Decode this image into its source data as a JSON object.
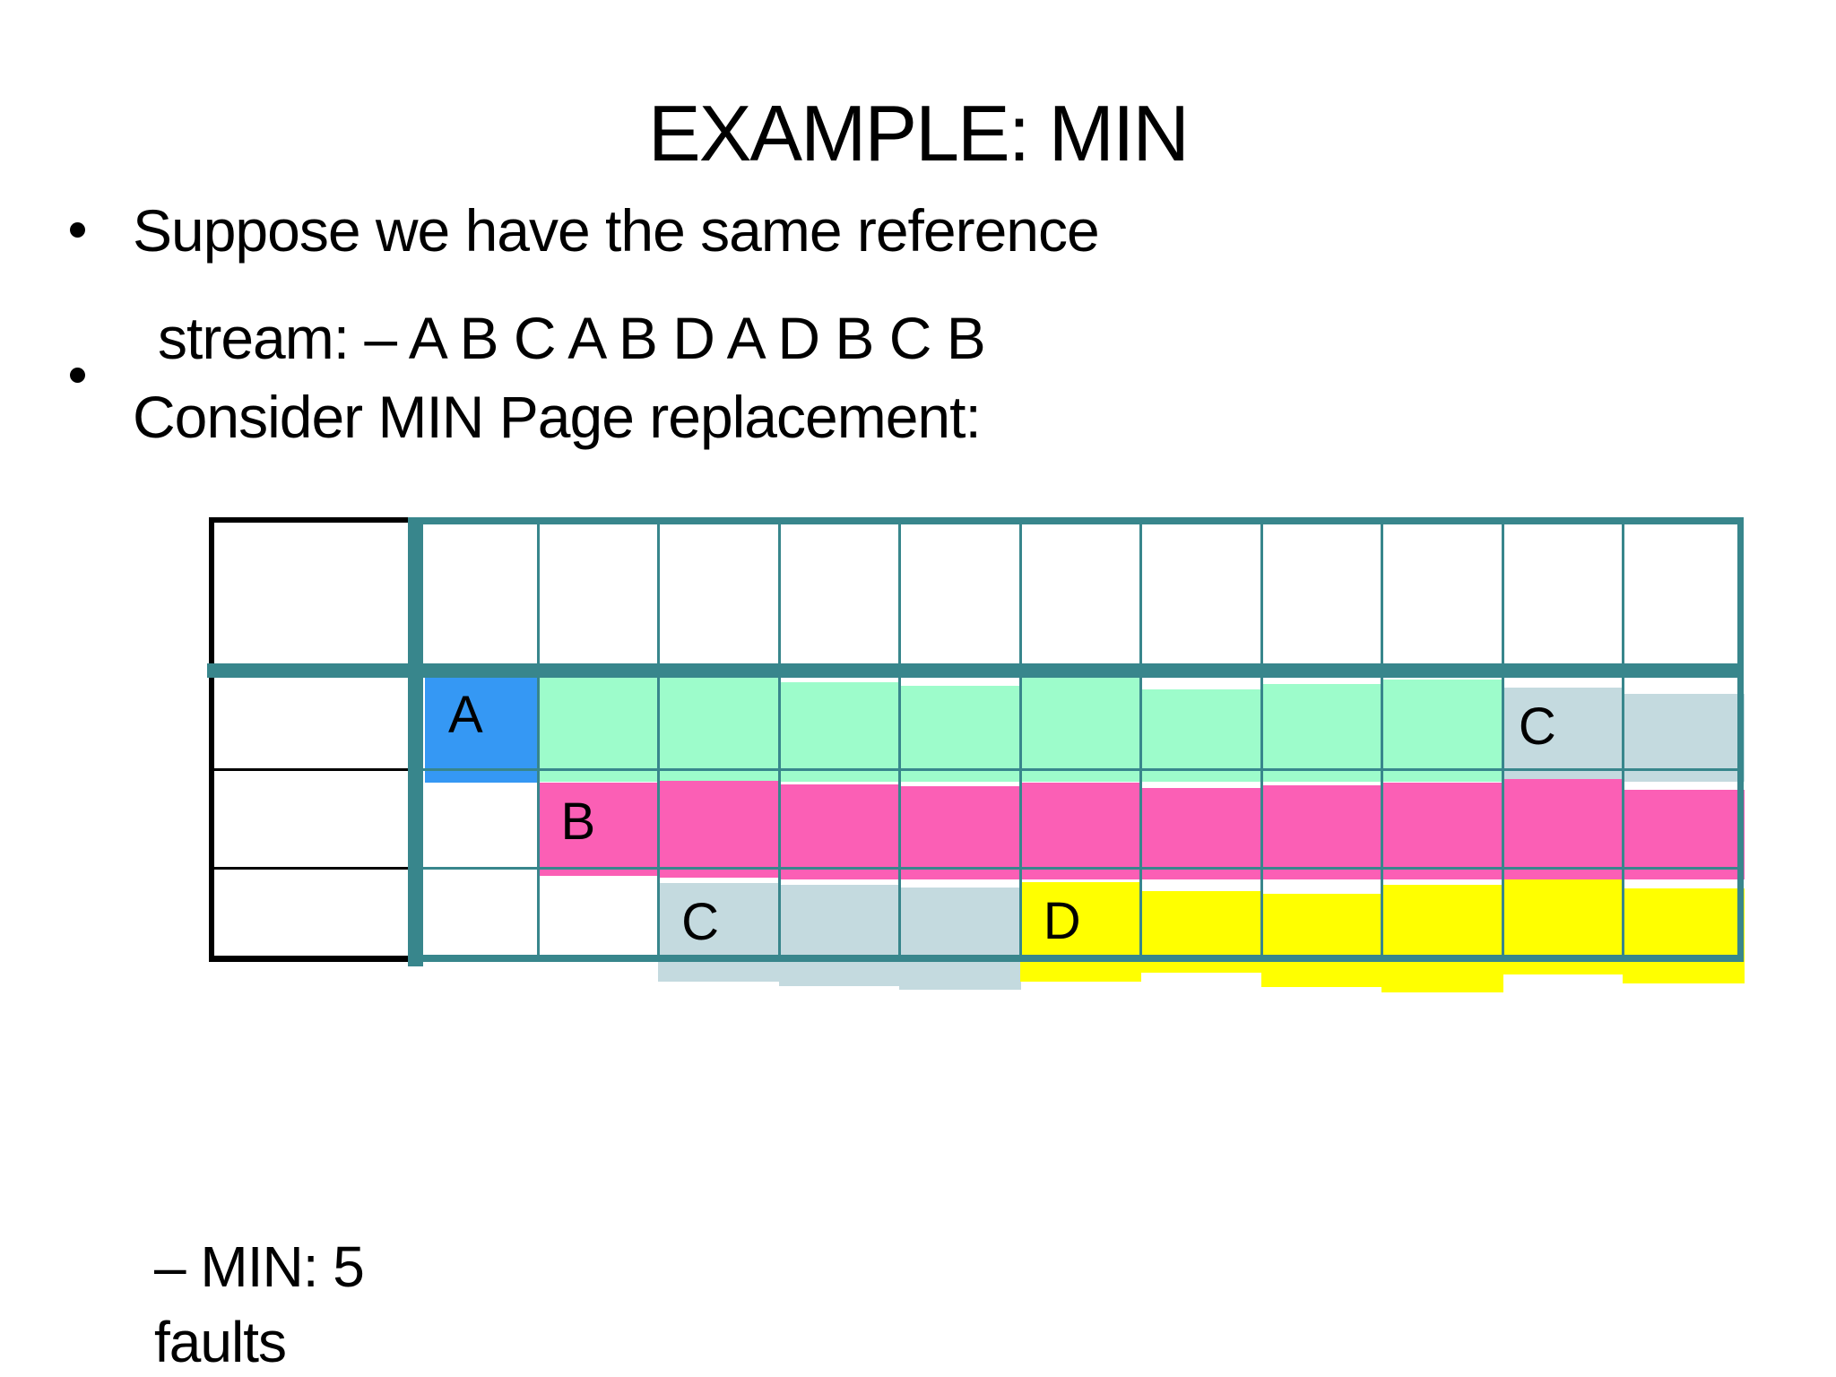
{
  "slide": {
    "title": "EXAMPLE: MIN",
    "bullets": [
      {
        "line1": "Suppose we have the same reference",
        "line2": "stream: – A B C A B D A D B C B"
      },
      {
        "line1": "Consider MIN Page replacement:"
      }
    ],
    "result": {
      "line1": "– MIN: 5",
      "line2": "faults"
    }
  },
  "colors": {
    "accent_teal": "#38868C",
    "fill_blue": "#3598F4",
    "fill_green": "#9DFCCB",
    "fill_pink": "#FB5FB5",
    "fill_gray": "#C4DADF",
    "fill_yellow": "#FFFF00",
    "text_black": "#000000"
  },
  "table": {
    "description": "MIN page replacement trace: 3 page frames over 11 time steps",
    "reference_stream": [
      "A",
      "B",
      "C",
      "A",
      "B",
      "D",
      "A",
      "D",
      "B",
      "C",
      "B"
    ],
    "time_steps": 11,
    "frames": 3,
    "faults_count": 5,
    "cells": [
      {
        "r": 1,
        "c": 1,
        "fill": "blue",
        "label": "A"
      },
      {
        "r": 1,
        "c": 2,
        "fill": "green"
      },
      {
        "r": 1,
        "c": 3,
        "fill": "green"
      },
      {
        "r": 1,
        "c": 4,
        "fill": "green"
      },
      {
        "r": 1,
        "c": 5,
        "fill": "green"
      },
      {
        "r": 1,
        "c": 6,
        "fill": "green"
      },
      {
        "r": 1,
        "c": 7,
        "fill": "green"
      },
      {
        "r": 1,
        "c": 8,
        "fill": "green"
      },
      {
        "r": 1,
        "c": 9,
        "fill": "green"
      },
      {
        "r": 1,
        "c": 10,
        "fill": "gray",
        "label": "C"
      },
      {
        "r": 1,
        "c": 11,
        "fill": "gray"
      },
      {
        "r": 2,
        "c": 2,
        "fill": "pink",
        "label": "B"
      },
      {
        "r": 2,
        "c": 3,
        "fill": "pink"
      },
      {
        "r": 2,
        "c": 4,
        "fill": "pink"
      },
      {
        "r": 2,
        "c": 5,
        "fill": "pink"
      },
      {
        "r": 2,
        "c": 6,
        "fill": "pink"
      },
      {
        "r": 2,
        "c": 7,
        "fill": "pink"
      },
      {
        "r": 2,
        "c": 8,
        "fill": "pink"
      },
      {
        "r": 2,
        "c": 9,
        "fill": "pink"
      },
      {
        "r": 2,
        "c": 10,
        "fill": "pink"
      },
      {
        "r": 2,
        "c": 11,
        "fill": "pink"
      },
      {
        "r": 3,
        "c": 3,
        "fill": "gray",
        "label": "C"
      },
      {
        "r": 3,
        "c": 4,
        "fill": "gray"
      },
      {
        "r": 3,
        "c": 5,
        "fill": "gray"
      },
      {
        "r": 3,
        "c": 6,
        "fill": "yellow",
        "label": "D"
      },
      {
        "r": 3,
        "c": 7,
        "fill": "yellow"
      },
      {
        "r": 3,
        "c": 8,
        "fill": "yellow"
      },
      {
        "r": 3,
        "c": 9,
        "fill": "yellow"
      },
      {
        "r": 3,
        "c": 10,
        "fill": "yellow"
      },
      {
        "r": 3,
        "c": 11,
        "fill": "yellow"
      }
    ]
  }
}
